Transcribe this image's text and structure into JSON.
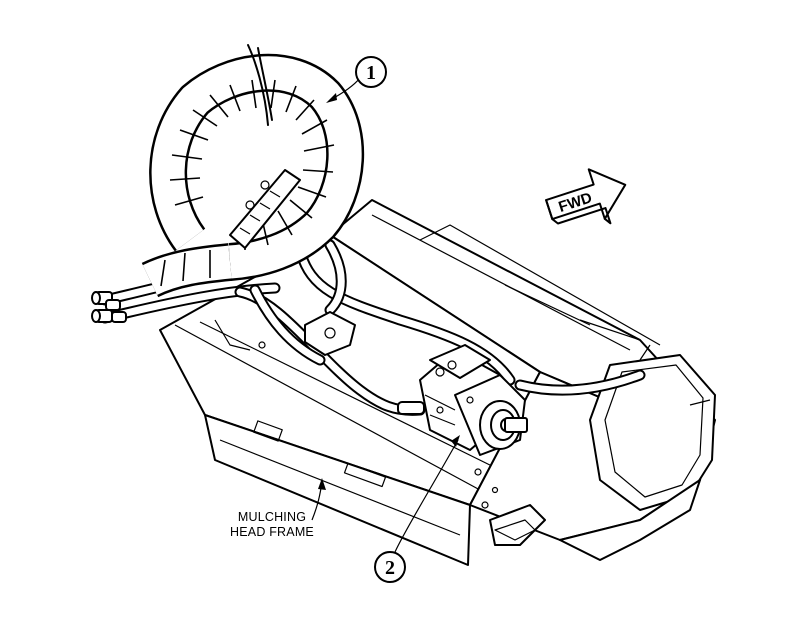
{
  "callouts": [
    {
      "id": "1",
      "text": "1"
    },
    {
      "id": "2",
      "text": "2"
    }
  ],
  "frame_label": {
    "line1": "MULCHING",
    "line2": "HEAD FRAME"
  },
  "direction_arrow": {
    "text": "FWD"
  },
  "icons": [
    "fwd-arrow-icon"
  ]
}
